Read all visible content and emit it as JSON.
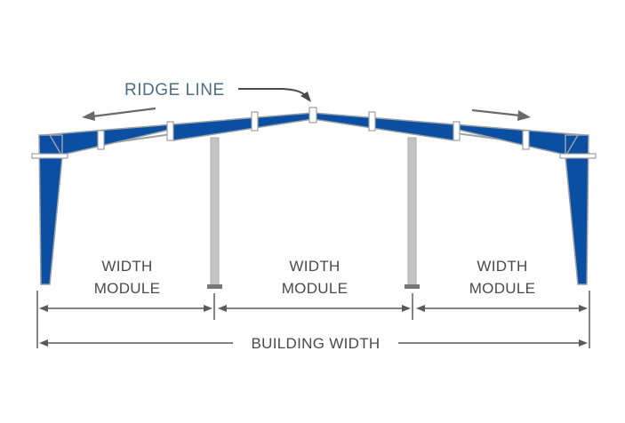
{
  "labels": {
    "ridge_line": "RIDGE LINE",
    "module_1_line1": "WIDTH",
    "module_1_line2": "MODULE",
    "module_2_line1": "WIDTH",
    "module_2_line2": "MODULE",
    "module_3_line1": "WIDTH",
    "module_3_line2": "MODULE",
    "building_width": "BUILDING WIDTH"
  },
  "colors": {
    "steel_blue": "#0b4fa3",
    "outline": "#9aa0a6",
    "column_gray": "#c4c4c4",
    "dim_line": "#5a5a5a",
    "ridge_text": "#4d6e86"
  }
}
